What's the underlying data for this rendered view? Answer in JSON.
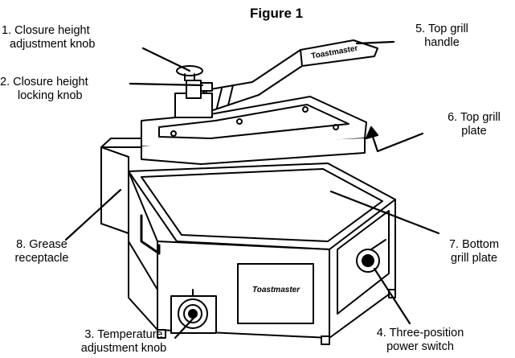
{
  "figure": {
    "title": "Figure 1",
    "labels": {
      "closure_height_adjustment_knob": [
        "1.  Closure height",
        "adjustment knob"
      ],
      "closure_height_locking_knob": [
        "2.  Closure height",
        "locking knob"
      ],
      "temperature_adjustment_knob": [
        "3.  Temperature",
        "adjustment knob"
      ],
      "power_switch": [
        "4.  Three-position",
        "power switch"
      ],
      "top_grill_handle": [
        "5.  Top grill",
        "handle"
      ],
      "top_grill_plate": [
        "6. Top grill",
        "plate"
      ],
      "bottom_grill_plate": [
        "7. Bottom",
        "grill plate"
      ],
      "grease_receptacle": [
        "8.  Grease",
        "receptacle"
      ]
    },
    "brand_text": {
      "handle": "Toastmaster",
      "front_panel": "Toastmaster"
    },
    "colors": {
      "ink": "#000000",
      "paper": "#ffffff"
    }
  }
}
